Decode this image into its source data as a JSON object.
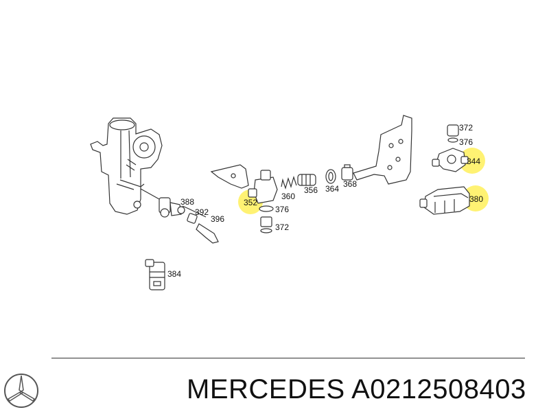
{
  "parts": {
    "p372a": "372",
    "p376a": "376",
    "p344": "344",
    "p380": "380",
    "p388": "388",
    "p392": "392",
    "p396": "396",
    "p352": "352",
    "p360": "360",
    "p356": "356",
    "p364": "364",
    "p368": "368",
    "p376b": "376",
    "p372b": "372",
    "p384": "384"
  },
  "highlight_color": "#ffee44",
  "caption": {
    "brand": "MERCEDES",
    "part_number": "A0212508403"
  },
  "logo": {
    "icon": "mercedes-star-icon"
  }
}
